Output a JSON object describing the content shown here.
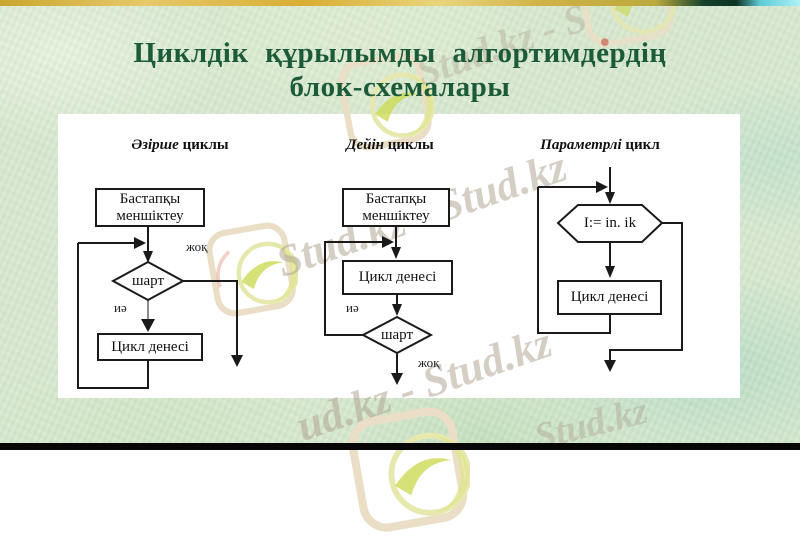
{
  "slide": {
    "title_line1": "Циклдік құрылымды алгортимдердің",
    "title_line2": "блок-схемалары"
  },
  "watermarks": {
    "main": "Stud.kz - Stud.kz",
    "bottom": "ud.kz - Stud.kz",
    "bottom_edge": "Stud.kz",
    "top": "Stud.kz - S"
  },
  "colors": {
    "title_green": "#1c5b3a",
    "background_green": "#d8e8d0",
    "panel_white": "#ffffff",
    "flow_line": "#1a1a1a",
    "strip_gold": "#d8ae33",
    "strip_dark_green": "#0c3322",
    "strip_cyan": "#aef2f6",
    "bottom_bar_black": "#070707",
    "watermark_tan": "#b0a694"
  },
  "charts": [
    {
      "heading_em": "Әзірше",
      "heading_rest": " циклы",
      "box1_line1": "Бастапқы",
      "box1_line2": "меншіктеу",
      "decision": "шарт",
      "label_no": "жоқ",
      "label_yes": "иә",
      "box2": "Цикл денесі"
    },
    {
      "heading_em": "Дейін",
      "heading_rest": " циклы",
      "box1_line1": "Бастапқы",
      "box1_line2": "меншіктеу",
      "box2": "Цикл денесі",
      "label_yes": "иә",
      "decision": "шарт",
      "label_no": "жоқ"
    },
    {
      "heading_em": "Параметрлі",
      "heading_rest": " цикл",
      "hexagon": "I:= in. ik",
      "box2": "Цикл денесі"
    }
  ]
}
